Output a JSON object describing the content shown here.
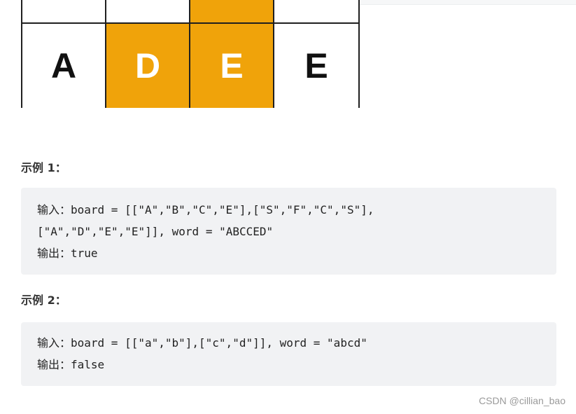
{
  "grid": {
    "rows": [
      [
        {
          "char": "",
          "highlight": false
        },
        {
          "char": "",
          "highlight": false
        },
        {
          "char": "",
          "highlight": true
        },
        {
          "char": "",
          "highlight": false
        }
      ],
      [
        {
          "char": "A",
          "highlight": false
        },
        {
          "char": "D",
          "highlight": true
        },
        {
          "char": "E",
          "highlight": true
        },
        {
          "char": "E",
          "highlight": false
        }
      ]
    ],
    "highlight_color": "#f0a30a"
  },
  "example1": {
    "heading": "示例 1：",
    "lines": [
      "输入：board = [[\"A\",\"B\",\"C\",\"E\"],[\"S\",\"F\",\"C\",\"S\"],",
      "[\"A\",\"D\",\"E\",\"E\"]], word = \"ABCCED\"",
      "输出：true"
    ]
  },
  "example2": {
    "heading": "示例 2：",
    "lines": [
      "输入：board = [[\"a\",\"b\"],[\"c\",\"d\"]], word = \"abcd\"",
      "输出：false"
    ]
  },
  "watermark": "CSDN @cillian_bao"
}
